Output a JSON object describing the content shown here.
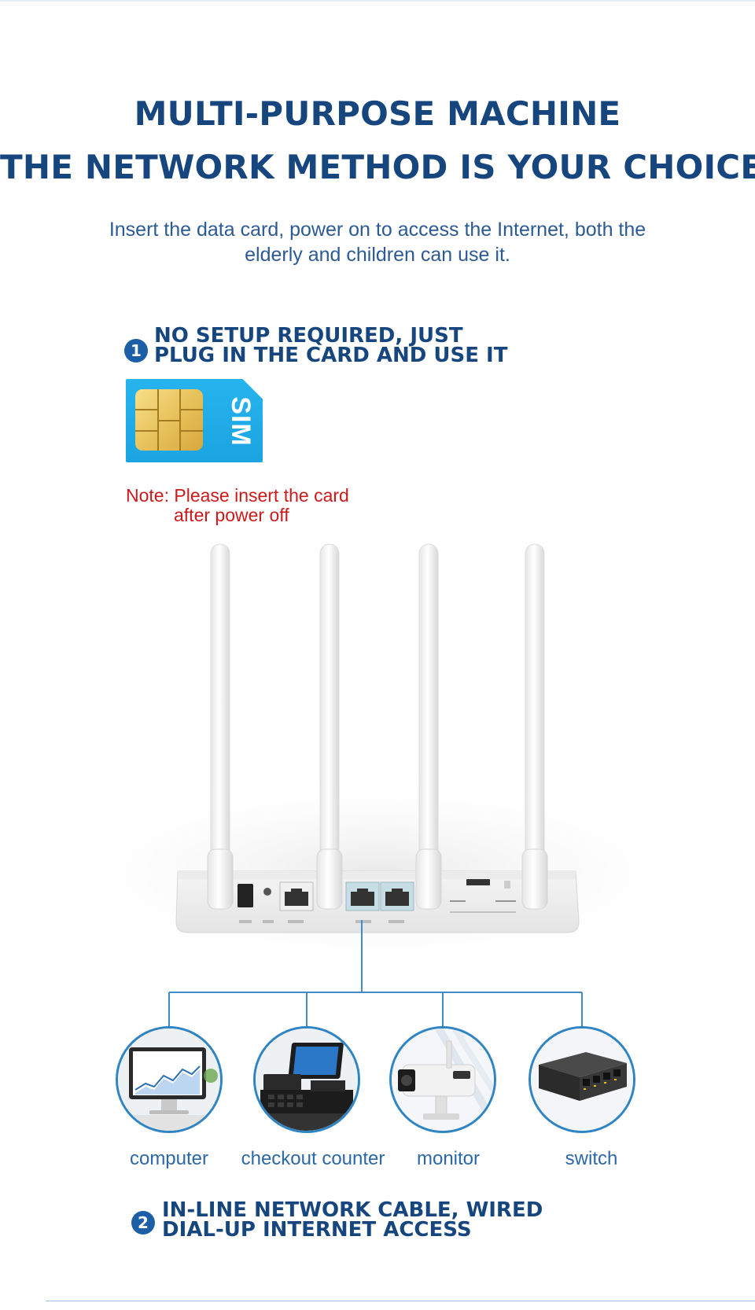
{
  "header": {
    "line1": "MULTI-PURPOSE MACHINE",
    "line2": "THE NETWORK METHOD IS YOUR CHOICE"
  },
  "subtitle": {
    "line1": "Insert the data card, power on to access the Internet, both the",
    "line2": "elderly and children can use it."
  },
  "step1": {
    "number": "1",
    "line1": "NO SETUP REQUIRED, JUST",
    "line2": "PLUG IN THE CARD AND USE IT"
  },
  "sim": {
    "label": "SIM"
  },
  "note": {
    "line1": "Note: Please insert the card",
    "line2": "after power off"
  },
  "devices": [
    {
      "label": "computer",
      "icon": "computer-icon"
    },
    {
      "label": "checkout counter",
      "icon": "checkout-counter-icon"
    },
    {
      "label": "monitor",
      "icon": "security-camera-icon"
    },
    {
      "label": "switch",
      "icon": "network-switch-icon"
    }
  ],
  "step2": {
    "number": "2",
    "line1": "IN-LINE NETWORK CABLE, WIRED",
    "line2": "DIAL-UP INTERNET ACCESS"
  },
  "colors": {
    "heading_blue": "#17467f",
    "accent_blue": "#1d5fa7",
    "note_red": "#cc1a1a",
    "sim_blue": "#1aa4e2"
  }
}
